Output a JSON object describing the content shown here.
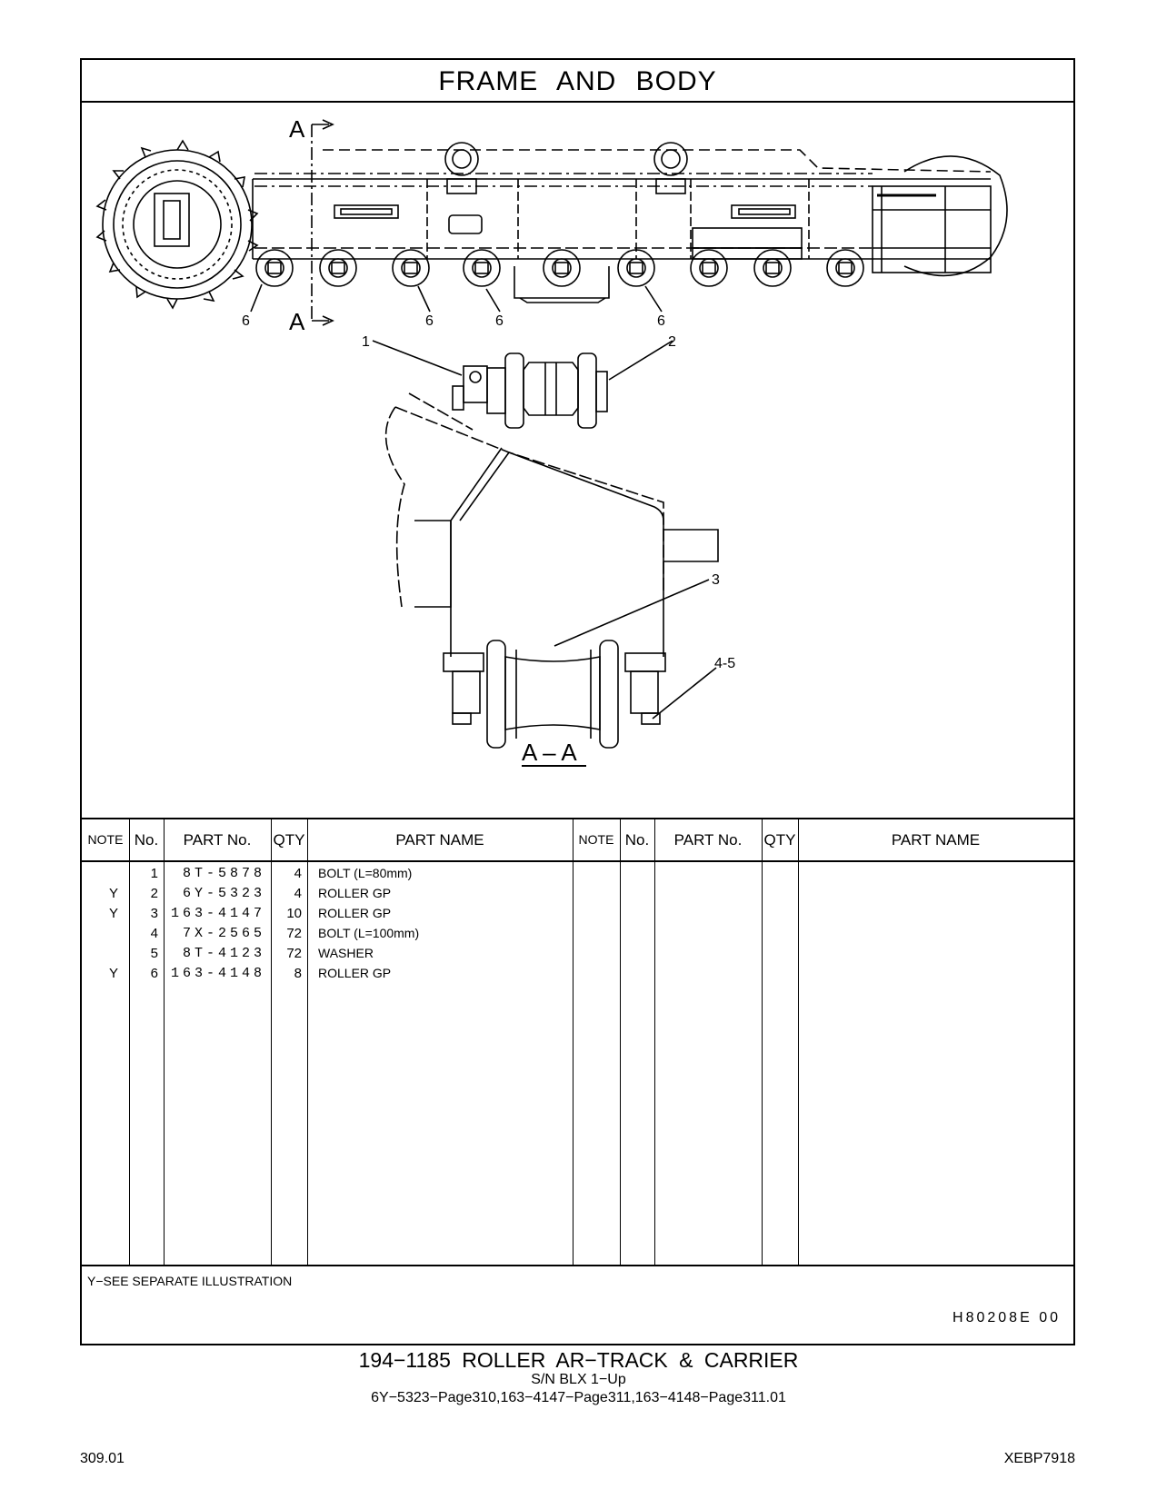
{
  "header": {
    "title": "FRAME  AND  BODY"
  },
  "drawing": {
    "section_label_top": "A",
    "section_label_bottom": "A",
    "section_view_label": "A – A",
    "callouts": [
      "6",
      "6",
      "6",
      "6",
      "1",
      "2",
      "3",
      "4-5"
    ]
  },
  "table": {
    "headers": {
      "note": "NOTE",
      "no": "No.",
      "part_no": "PART No.",
      "qty": "QTY",
      "part_name": "PART NAME",
      "note2": "NOTE",
      "no2": "No.",
      "part_no2": "PART No.",
      "qty2": "QTY",
      "part_name2": "PART NAME"
    },
    "rows": [
      {
        "note": "",
        "no": "1",
        "part_no": "8T-5878",
        "qty": "4",
        "name": "BOLT (L=80mm)"
      },
      {
        "note": "Y",
        "no": "2",
        "part_no": "6Y-5323",
        "qty": "4",
        "name": "ROLLER  GP"
      },
      {
        "note": "Y",
        "no": "3",
        "part_no": "163-4147",
        "qty": "10",
        "name": "ROLLER  GP"
      },
      {
        "note": "",
        "no": "4",
        "part_no": "7X-2565",
        "qty": "72",
        "name": "BOLT (L=100mm)"
      },
      {
        "note": "",
        "no": "5",
        "part_no": "8T-4123",
        "qty": "72",
        "name": "WASHER"
      },
      {
        "note": "Y",
        "no": "6",
        "part_no": "163-4148",
        "qty": "8",
        "name": "ROLLER  GP"
      }
    ]
  },
  "footnote": "Y−SEE  SEPARATE  ILLUSTRATION",
  "illustration_code": "H80208E   00",
  "footer": {
    "title": "194−1185  ROLLER  AR−TRACK  &  CARRIER",
    "serial": "S/N BLX 1−Up",
    "refs": "6Y−5323−Page310,163−4147−Page311,163−4148−Page311.01",
    "page": "309.01",
    "doc_id": "XEBP7918"
  }
}
